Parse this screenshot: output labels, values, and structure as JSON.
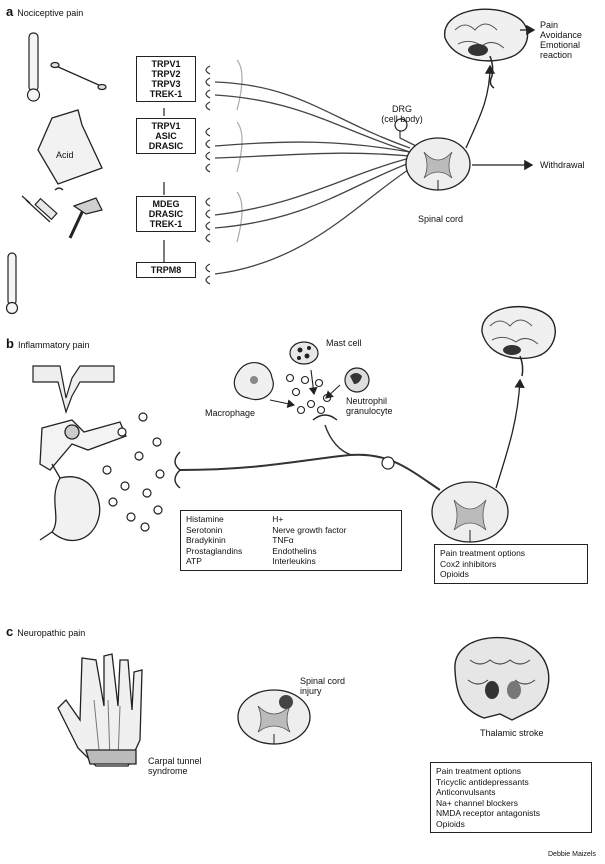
{
  "panels": {
    "a": {
      "letter": "a",
      "title": "Nociceptive pain"
    },
    "b": {
      "letter": "b",
      "title": "Inflammatory pain"
    },
    "c": {
      "letter": "c",
      "title": "Neuropathic pain"
    }
  },
  "receptor_groups": [
    [
      "TRPV1",
      "TRPV2",
      "TRPV3",
      "TREK-1"
    ],
    [
      "TRPV1",
      "ASIC",
      "DRASIC"
    ],
    [
      "MDEG",
      "DRASIC",
      "TREK-1"
    ],
    [
      "TRPM8"
    ]
  ],
  "labels": {
    "acid": "Acid",
    "drg": "DRG",
    "drg_sub": "(cell body)",
    "pain_out": [
      "Pain",
      "Avoidance",
      "Emotional",
      "reaction"
    ],
    "withdrawal": "Withdrawal",
    "spinal_cord": "Spinal cord",
    "mast_cell": "Mast cell",
    "macrophage": "Macrophage",
    "neutrophil": [
      "Neutrophil",
      "granulocyte"
    ],
    "spinal_injury": [
      "Spinal cord",
      "injury"
    ],
    "carpal": [
      "Carpal tunnel",
      "syndrome"
    ],
    "thalamic": "Thalamic stroke",
    "credit": "Debbie Maizels"
  },
  "mediators": {
    "left": [
      "Histamine",
      "Serotonin",
      "Bradykinin",
      "Prostaglandins",
      "ATP"
    ],
    "right": [
      "H+",
      "Nerve growth factor",
      "TNFα",
      "Endothelins",
      "Interleukins"
    ]
  },
  "treatment_b": [
    "Pain treatment options",
    "Cox2 inhibitors",
    "Opioids"
  ],
  "treatment_c": [
    "Pain treatment options",
    "Tricyclic antidepressants",
    "Anticonvulsants",
    "Na+ channel blockers",
    "NMDA receptor antagonists",
    "Opioids"
  ]
}
